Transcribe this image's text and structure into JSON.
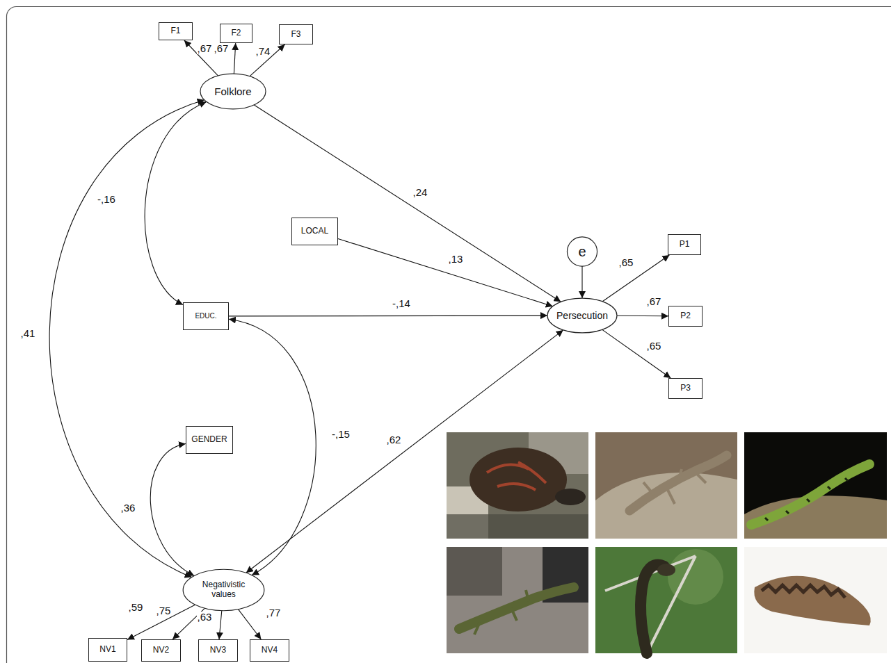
{
  "diagram": {
    "nodes": [
      {
        "text": [
          "F1"
        ]
      },
      {
        "text": [
          "F2"
        ]
      },
      {
        "text": [
          "F3"
        ]
      },
      {
        "text": [
          "Folklore"
        ]
      },
      {
        "text": [
          "LOCAL"
        ]
      },
      {
        "text": [
          "e"
        ]
      },
      {
        "text": [
          "P1"
        ]
      },
      {
        "text": [
          "Persecution"
        ]
      },
      {
        "text": [
          "P2"
        ]
      },
      {
        "text": [
          "EDUC."
        ]
      },
      {
        "text": [
          "P3"
        ]
      },
      {
        "text": [
          "GENDER"
        ]
      },
      {
        "text": [
          "Negativistic values"
        ]
      },
      {
        "text": [
          "NV1"
        ]
      },
      {
        "text": [
          "NV2"
        ]
      },
      {
        "text": [
          "NV3"
        ]
      },
      {
        "text": [
          "NV4"
        ]
      }
    ],
    "edges": [
      {
        "from": 3,
        "to": 0,
        "label": ",67",
        "arrow": "to"
      },
      {
        "from": 3,
        "to": 1,
        "label": ",67",
        "arrow": "to"
      },
      {
        "from": 3,
        "to": 2,
        "label": ",74",
        "arrow": "to"
      },
      {
        "from": 3,
        "to": 7,
        "label": ",24",
        "arrow": "to"
      },
      {
        "from": 4,
        "to": 7,
        "label": ",13",
        "arrow": "to"
      },
      {
        "from": 9,
        "to": 7,
        "label": "-,14",
        "arrow": "to"
      },
      {
        "from": 5,
        "to": 7,
        "arrow": "to"
      },
      {
        "from": 7,
        "to": 6,
        "label": ",65",
        "arrow": "to"
      },
      {
        "from": 7,
        "to": 8,
        "label": ",67",
        "arrow": "to"
      },
      {
        "from": 7,
        "to": 10,
        "label": ",65",
        "arrow": "to"
      },
      {
        "from": 3,
        "to": 9,
        "label": "-,16",
        "arrow": "both"
      },
      {
        "from": 3,
        "to": 12,
        "label": ",41",
        "arrow": "both"
      },
      {
        "from": 9,
        "to": 12,
        "label": "-,15",
        "arrow": "both"
      },
      {
        "from": 11,
        "to": 12,
        "label": ",36",
        "arrow": "both"
      },
      {
        "from": 7,
        "to": 12,
        "label": ",62",
        "arrow": "both"
      },
      {
        "from": 12,
        "to": 13,
        "label": ",59",
        "arrow": "to"
      },
      {
        "from": 12,
        "to": 14,
        "label": ",75",
        "arrow": "to"
      },
      {
        "from": 12,
        "to": 15,
        "label": ",63",
        "arrow": "to"
      },
      {
        "from": 12,
        "to": 16,
        "label": ",77",
        "arrow": "to"
      }
    ]
  }
}
